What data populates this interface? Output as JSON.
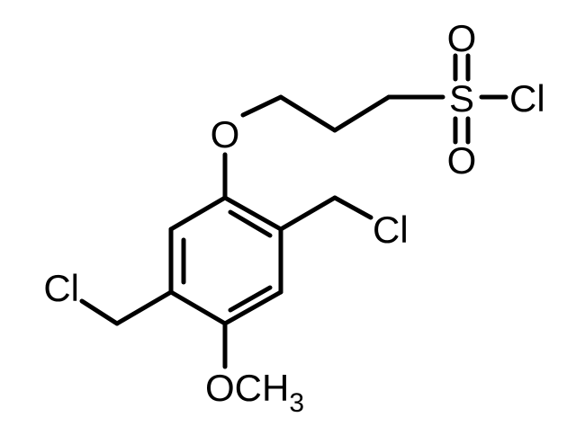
{
  "labels": {
    "o_sulfonyl_top": "O",
    "sulfur": "S",
    "cl_sulfonyl": "Cl",
    "o_sulfonyl_bottom": "O",
    "o_ether": "O",
    "cl_right_chloromethyl": "Cl",
    "cl_left_chloromethyl": "Cl",
    "methoxy_o": "OCH",
    "methoxy_subscript": "3"
  }
}
